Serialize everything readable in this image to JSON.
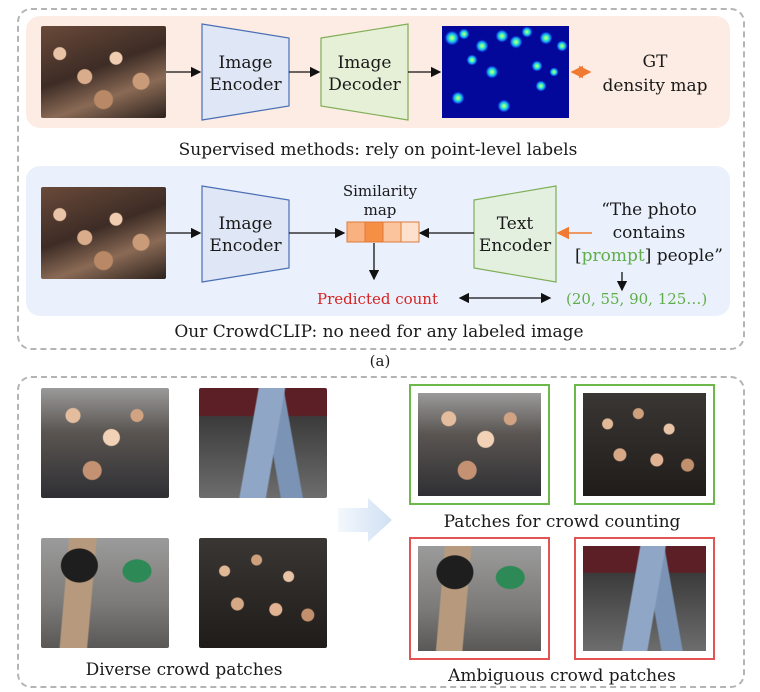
{
  "top": {
    "supervised": {
      "encoder": [
        "Image",
        "Encoder"
      ],
      "decoder": [
        "Image",
        "Decoder"
      ],
      "gt": [
        "GT",
        "density map"
      ],
      "caption": "Supervised methods: rely on point-level labels"
    },
    "ours": {
      "encoder": [
        "Image",
        "Encoder"
      ],
      "similarity": [
        "Similarity",
        "map"
      ],
      "text_encoder": [
        "Text",
        "Encoder"
      ],
      "quote_line1": "“The photo",
      "quote_line2": "contains",
      "quote_bracket_open": "[",
      "quote_prompt": "prompt",
      "quote_bracket_close": "] people”",
      "predicted": "Predicted count",
      "counts": "(20, 55, 90, 125…)",
      "caption": "Our CrowdCLIP:  no need for any labeled image"
    },
    "label": "(a)"
  },
  "bottom": {
    "diverse": "Diverse crowd patches",
    "counting": "Patches for crowd counting",
    "ambiguous": "Ambiguous crowd patches"
  },
  "colors": {
    "encoder_fill": "#dfe6f5",
    "encoder_stroke": "#4a6fb5",
    "decoder_fill": "#e6f0d6",
    "decoder_stroke": "#7fae57",
    "text_encoder_fill": "#e3f0df",
    "sim_cell": "#f9b27f",
    "sim_cell_dark": "#f58f46",
    "prompt_green": "#5fae49",
    "predicted_red": "#d42424",
    "counts_green": "#5fae49",
    "good_border": "#6db84a",
    "bad_border": "#e25454",
    "orange_arrow": "#f07a32"
  }
}
